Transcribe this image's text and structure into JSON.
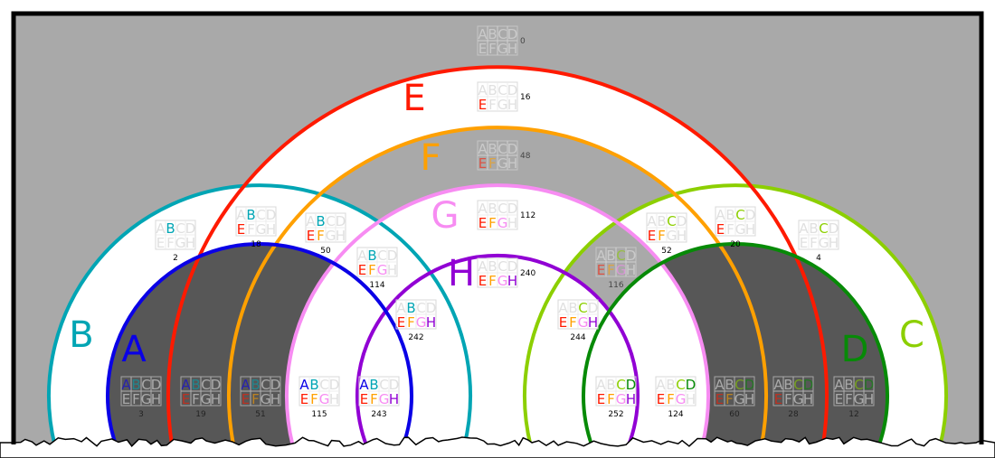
{
  "sets": [
    {
      "letter": "A",
      "color": "#0a00e6"
    },
    {
      "letter": "B",
      "color": "#00a5b4"
    },
    {
      "letter": "C",
      "color": "#8ccf00"
    },
    {
      "letter": "D",
      "color": "#078a07"
    },
    {
      "letter": "E",
      "color": "#ff1a00"
    },
    {
      "letter": "F",
      "color": "#ffa000"
    },
    {
      "letter": "G",
      "color": "#f78cf2"
    },
    {
      "letter": "H",
      "color": "#9100d4"
    }
  ],
  "colors": {
    "outside": "#a9a9a9",
    "white": "#ffffff",
    "dark": "#575757",
    "inactive_letter": "#e0e0e0"
  },
  "regions": [
    {
      "value": 0,
      "label": "0"
    },
    {
      "value": 16,
      "label": "16"
    },
    {
      "value": 48,
      "label": "48"
    },
    {
      "value": 112,
      "label": "112"
    },
    {
      "value": 240,
      "label": "240"
    },
    {
      "value": 2,
      "label": "2"
    },
    {
      "value": 18,
      "label": "18"
    },
    {
      "value": 50,
      "label": "50"
    },
    {
      "value": 114,
      "label": "114"
    },
    {
      "value": 242,
      "label": "242"
    },
    {
      "value": 3,
      "label": "3"
    },
    {
      "value": 19,
      "label": "19"
    },
    {
      "value": 51,
      "label": "51"
    },
    {
      "value": 115,
      "label": "115"
    },
    {
      "value": 243,
      "label": "243"
    },
    {
      "value": 52,
      "label": "52"
    },
    {
      "value": 20,
      "label": "20"
    },
    {
      "value": 4,
      "label": "4"
    },
    {
      "value": 116,
      "label": "116"
    },
    {
      "value": 244,
      "label": "244"
    },
    {
      "value": 252,
      "label": "252"
    },
    {
      "value": 124,
      "label": "124"
    },
    {
      "value": 60,
      "label": "60"
    },
    {
      "value": 28,
      "label": "28"
    },
    {
      "value": 12,
      "label": "12"
    }
  ]
}
